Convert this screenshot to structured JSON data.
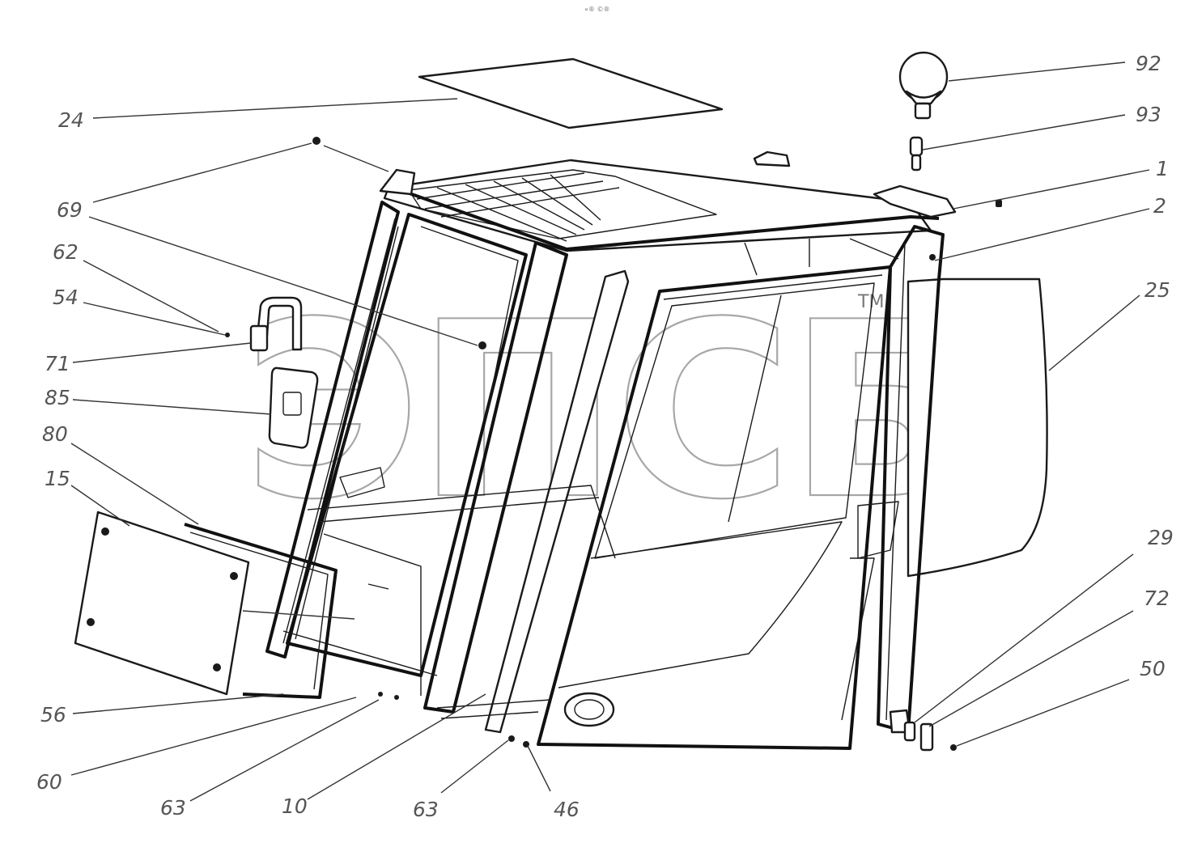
{
  "header_mark": "«® ©®",
  "watermark": {
    "text": "ЭПСБ",
    "trademark": "TM"
  },
  "callouts": [
    {
      "id": "92",
      "label": "92"
    },
    {
      "id": "93",
      "label": "93"
    },
    {
      "id": "1",
      "label": "1"
    },
    {
      "id": "2",
      "label": "2"
    },
    {
      "id": "25",
      "label": "25"
    },
    {
      "id": "24",
      "label": "24"
    },
    {
      "id": "69",
      "label": "69"
    },
    {
      "id": "62",
      "label": "62"
    },
    {
      "id": "54",
      "label": "54"
    },
    {
      "id": "71",
      "label": "71"
    },
    {
      "id": "85",
      "label": "85"
    },
    {
      "id": "80",
      "label": "80"
    },
    {
      "id": "15",
      "label": "15"
    },
    {
      "id": "56",
      "label": "56"
    },
    {
      "id": "60",
      "label": "60"
    },
    {
      "id": "63a",
      "label": "63"
    },
    {
      "id": "10",
      "label": "10"
    },
    {
      "id": "63b",
      "label": "63"
    },
    {
      "id": "46",
      "label": "46"
    },
    {
      "id": "29",
      "label": "29"
    },
    {
      "id": "72",
      "label": "72"
    },
    {
      "id": "50",
      "label": "50"
    }
  ]
}
